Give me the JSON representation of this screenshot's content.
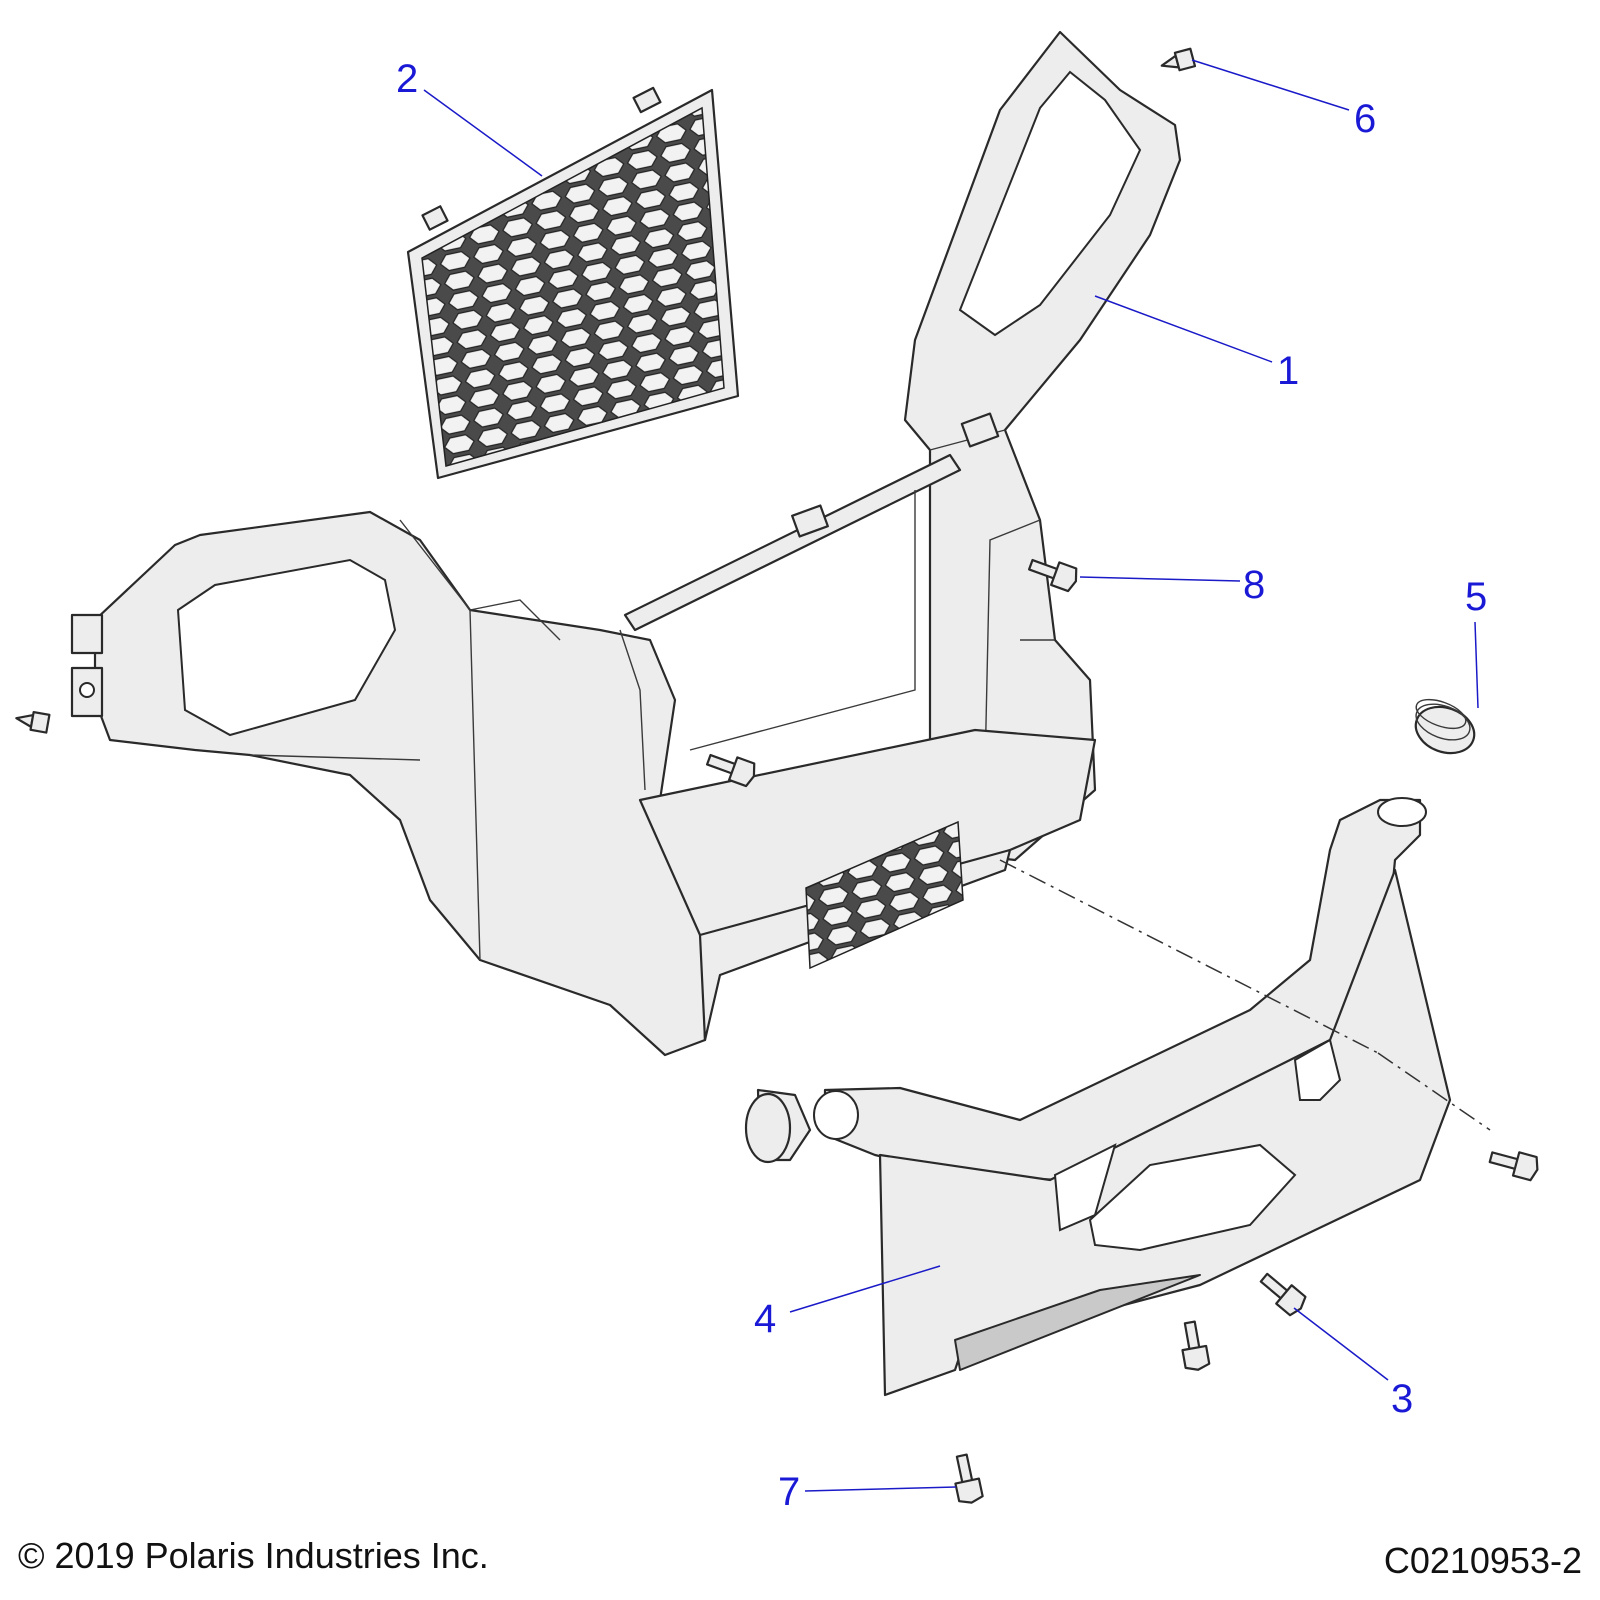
{
  "callouts": [
    {
      "number": "1",
      "part": "front bumper frame"
    },
    {
      "number": "2",
      "part": "grille screen"
    },
    {
      "number": "3",
      "part": "bolt"
    },
    {
      "number": "4",
      "part": "bumper tube with skid plate"
    },
    {
      "number": "5",
      "part": "tube end cap"
    },
    {
      "number": "6",
      "part": "push rivet"
    },
    {
      "number": "7",
      "part": "bolt"
    },
    {
      "number": "8",
      "part": "bolt"
    }
  ],
  "footer": {
    "copyright": "© 2019 Polaris Industries Inc.",
    "drawing_number": "C0210953-2"
  }
}
